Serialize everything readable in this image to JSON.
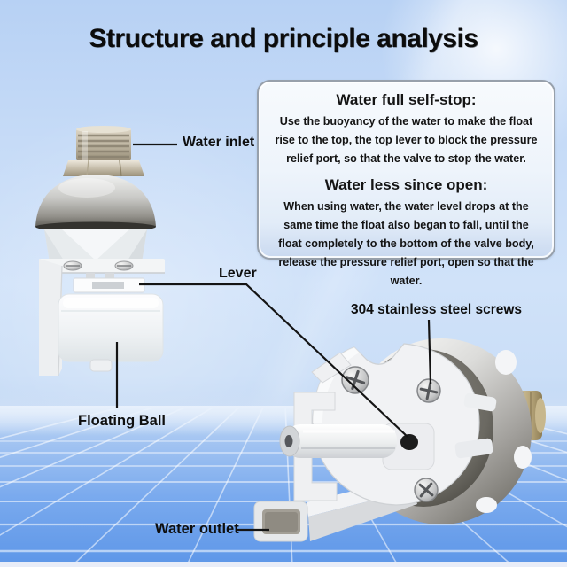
{
  "title": "Structure and principle analysis",
  "info_box": {
    "sections": [
      {
        "heading": "Water full self-stop:",
        "body": "Use the buoyancy of the water to make the float rise to the top, the top lever to block the pressure relief port, so that the valve to stop the water."
      },
      {
        "heading": "Water less since open:",
        "body": "When using water, the water level drops at the same time the float also began to fall, until the float completely to the bottom of the valve body, release the pressure relief port, open so that the water."
      }
    ]
  },
  "labels": {
    "water_inlet": "Water inlet",
    "lever": "Lever",
    "floating_ball": "Floating Ball",
    "screws": "304 stainless steel screws",
    "water_outlet": "Water outlet"
  },
  "colors": {
    "sky_blue": "#c6dbf7",
    "grid_blue": "#5d96e8",
    "text": "#111111",
    "box_border": "#97a0ab",
    "box_background": "#eef4fb",
    "leader_line": "#141414"
  }
}
